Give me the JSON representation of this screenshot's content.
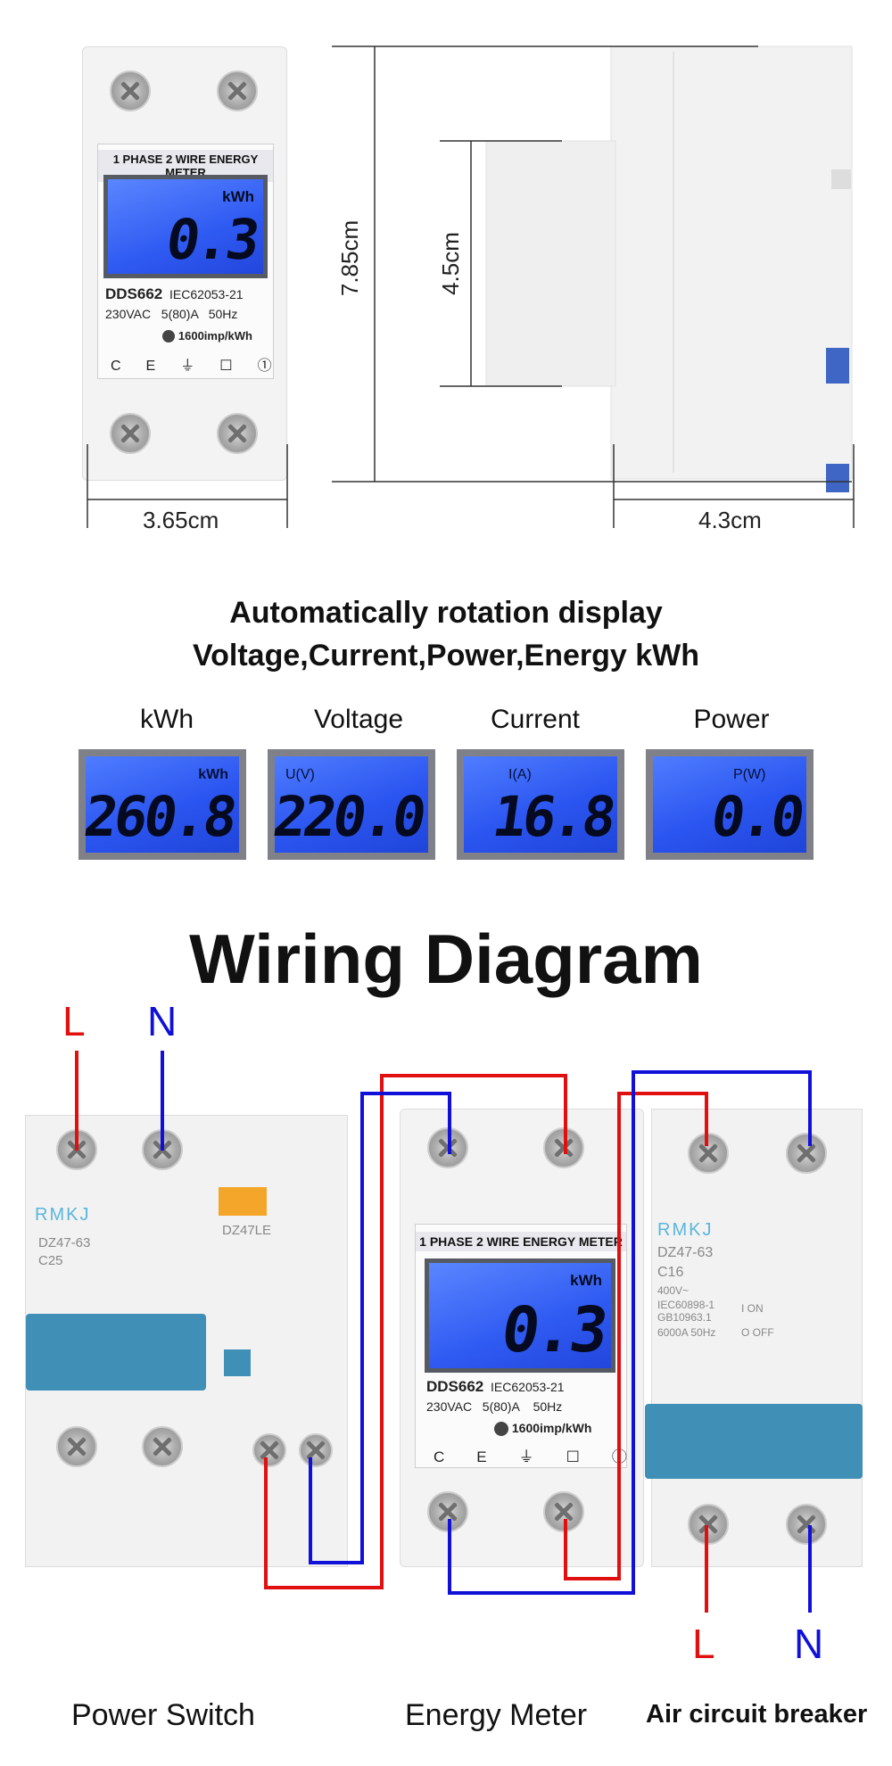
{
  "dimensions": {
    "width_label": "3.65cm",
    "height_label": "7.85cm",
    "inner_height_label": "4.5cm",
    "depth_label": "4.3cm"
  },
  "meter_face": {
    "title": "1 PHASE 2 WIRE ENERGY METER",
    "unit": "kWh",
    "reading": "0.3",
    "model": "DDS662",
    "standard": "IEC62053-21",
    "voltage": "230VAC",
    "current": "5(80)A",
    "frequency": "50Hz",
    "impulse": "1600imp/kWh",
    "marks": [
      "CE",
      "⏚",
      "☐",
      "①"
    ]
  },
  "rotation": {
    "line1": "Automatically rotation display",
    "line2": "Voltage,Current,Power,Energy kWh",
    "displays": [
      {
        "title": "kWh",
        "unit": "kWh",
        "value": "260.8"
      },
      {
        "title": "Voltage",
        "unit": "U(V)",
        "value": "220.0"
      },
      {
        "title": "Current",
        "unit": "I(A)",
        "value": "16.8"
      },
      {
        "title": "Power",
        "unit": "P(W)",
        "value": "0.0"
      }
    ]
  },
  "wiring": {
    "title": "Wiring Diagram",
    "input_L": "L",
    "input_N": "N",
    "output_L": "L",
    "output_N": "N",
    "power_switch": {
      "brand": "RMKJ",
      "model": "DZ47-63",
      "rating": "C25",
      "rcd_model": "DZ47LE"
    },
    "breaker": {
      "brand": "RMKJ",
      "model": "DZ47-63",
      "rating": "C16",
      "voltage": "400V~",
      "std1": "IEC60898-1",
      "std2": "GB10963.1",
      "capacity": "6000A 50Hz",
      "on": "I ON",
      "off": "O OFF"
    },
    "captions": {
      "power_switch": "Power Switch",
      "energy_meter": "Energy Meter",
      "air_breaker": "Air circuit breaker"
    },
    "colors": {
      "live": "#e01010",
      "neutral": "#1010d8"
    }
  }
}
